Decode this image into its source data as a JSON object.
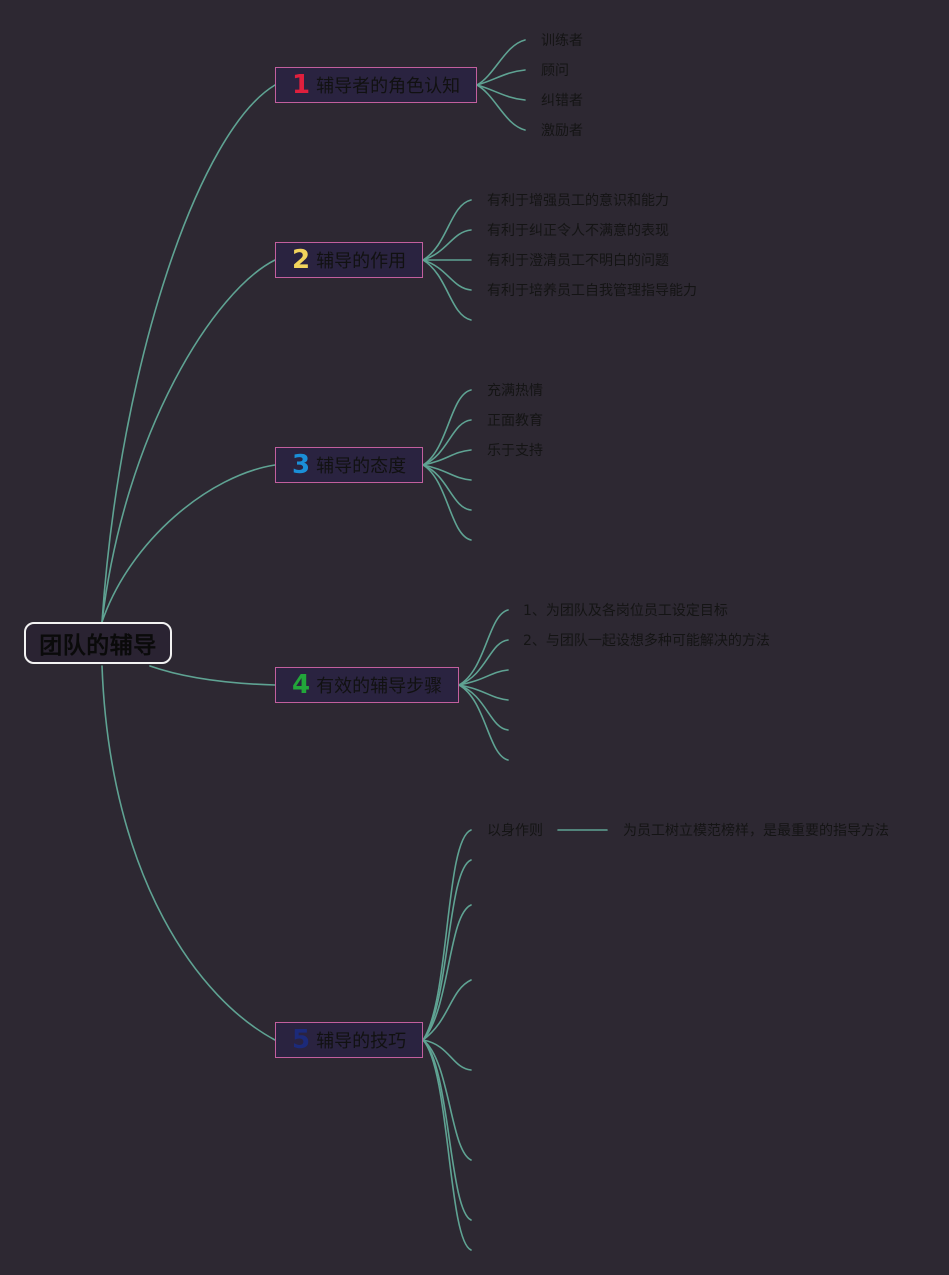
{
  "root": {
    "label": "团队的辅导"
  },
  "branches": [
    {
      "num": "1",
      "label": "辅导者的角色认知",
      "color": "#e01f3d",
      "leaves": [
        "训练者",
        "顾问",
        "纠错者",
        "激励者"
      ]
    },
    {
      "num": "2",
      "label": "辅导的作用",
      "color": "#f2d45c",
      "leaves": [
        "有利于增强员工的意识和能力",
        "有利于纠正令人不满意的表现",
        "有利于澄清员工不明白的问题",
        "有利于培养员工自我管理指导能力",
        ""
      ]
    },
    {
      "num": "3",
      "label": "辅导的态度",
      "color": "#1a8fd8",
      "leaves": [
        "充满热情",
        "正面教育",
        "乐于支持",
        "",
        "",
        ""
      ]
    },
    {
      "num": "4",
      "label": "有效的辅导步骤",
      "color": "#22a63a",
      "leaves": [
        "1、为团队及各岗位员工设定目标",
        "2、与团队一起设想多种可能解决的方法",
        "",
        "",
        "",
        ""
      ]
    },
    {
      "num": "5",
      "label": "辅导的技巧",
      "color": "#1c2a7a",
      "leaves": [
        "以身作则",
        "",
        "",
        "",
        "",
        "",
        "",
        "",
        ""
      ],
      "sub_note": "为员工树立模范榜样，是最重要的指导方法"
    }
  ],
  "colors": {
    "background": "#2d2832",
    "connector": "#5fa393",
    "branch_border": "#c25f9e",
    "root_border": "#f2f2f2"
  }
}
